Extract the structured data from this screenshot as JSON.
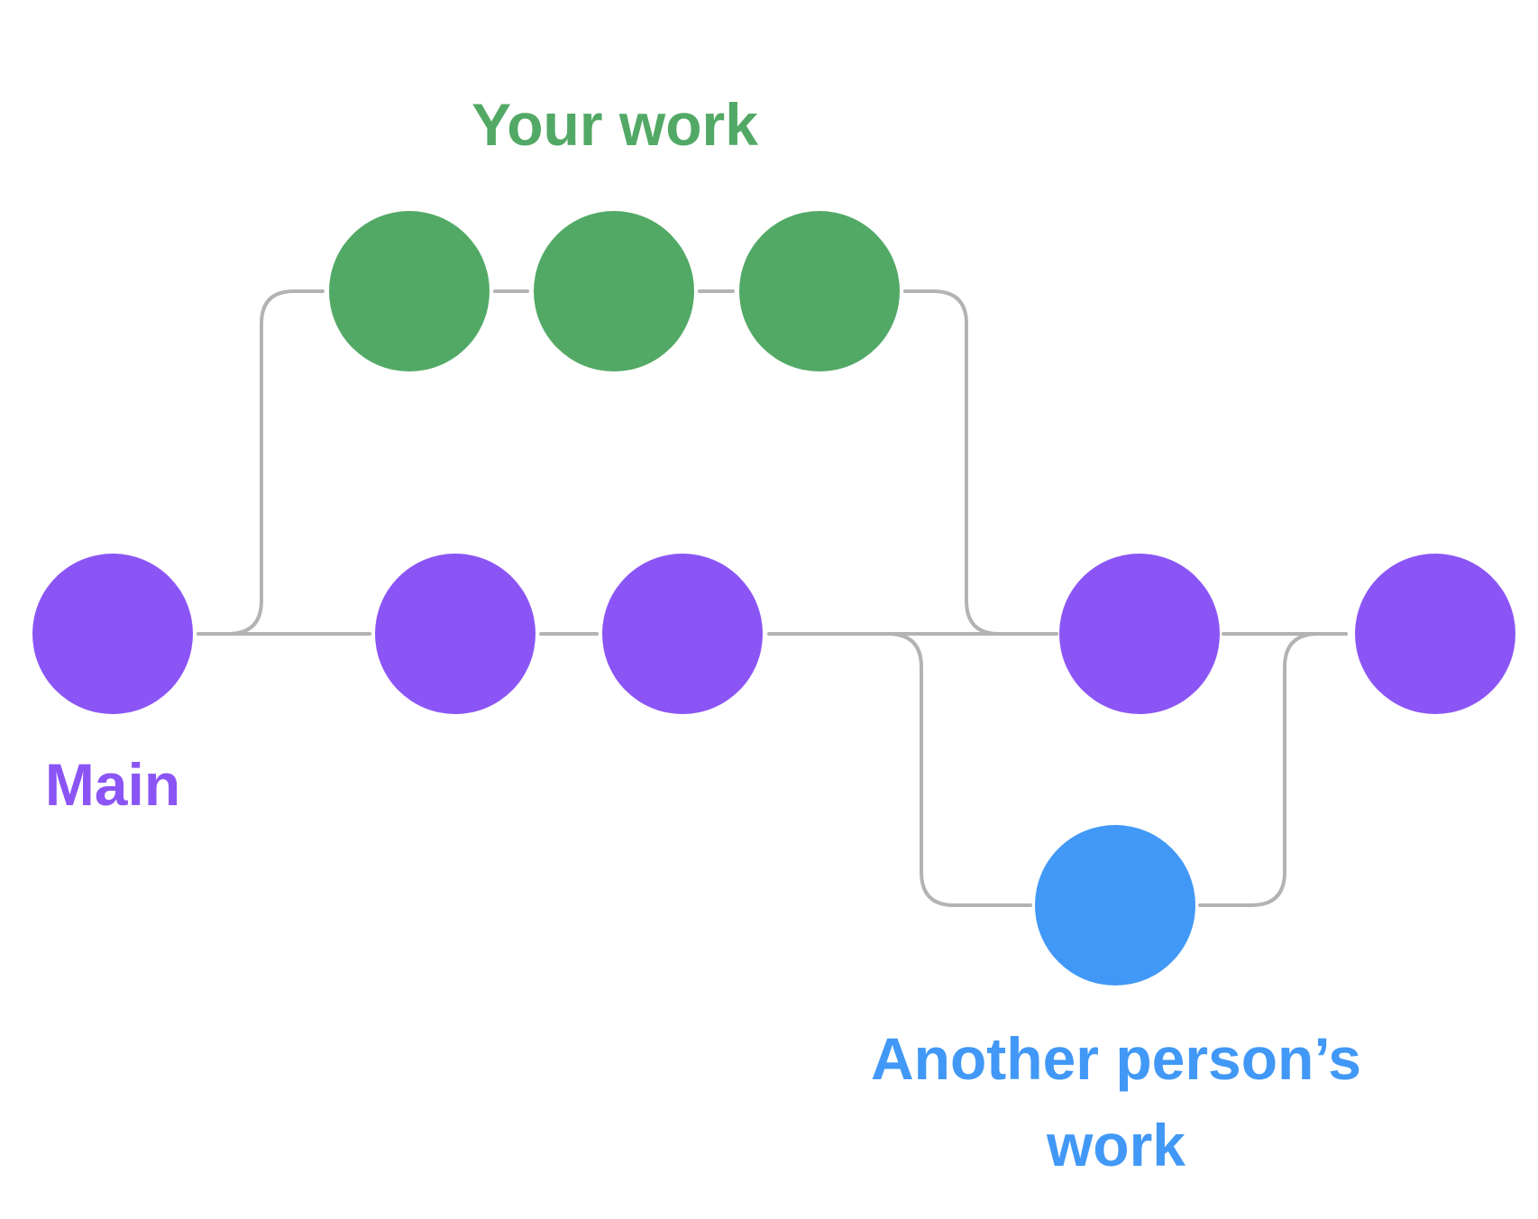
{
  "labels": {
    "your_work": "Your work",
    "main": "Main",
    "another_line1": "Another person’s",
    "another_line2": "work"
  },
  "colors": {
    "main": "#8b55f5",
    "your_work": "#52a965",
    "another": "#4198f6",
    "connector": "#b3b3b3",
    "background": "#ffffff"
  }
}
